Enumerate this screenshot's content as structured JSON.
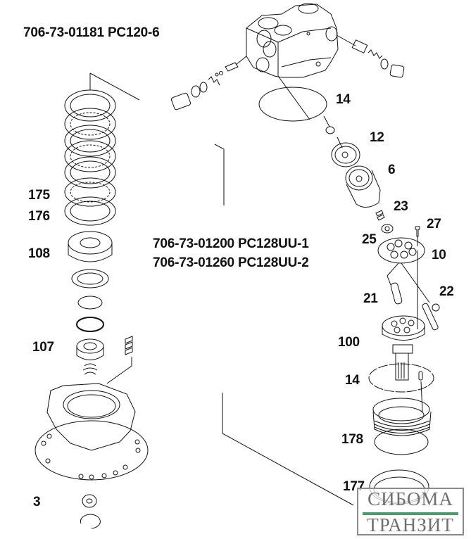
{
  "titles": {
    "main": "706-73-01181 PC120-6",
    "variant1": "706-73-01200 PC128UU-1",
    "variant2": "706-73-01260 PC128UU-2"
  },
  "part_labels": {
    "p14_top": "14",
    "p12": "12",
    "p6": "6",
    "p23": "23",
    "p27": "27",
    "p25": "25",
    "p10": "10",
    "p21": "21",
    "p22": "22",
    "p100": "100",
    "p14_bottom": "14",
    "p178": "178",
    "p177": "177",
    "p175": "175",
    "p176": "176",
    "p108": "108",
    "p107": "107",
    "p3": "3"
  },
  "watermark": {
    "line1": "СИБОМА",
    "line2": "ТРАНЗИТ",
    "accent_color": "#4f9a6c"
  }
}
